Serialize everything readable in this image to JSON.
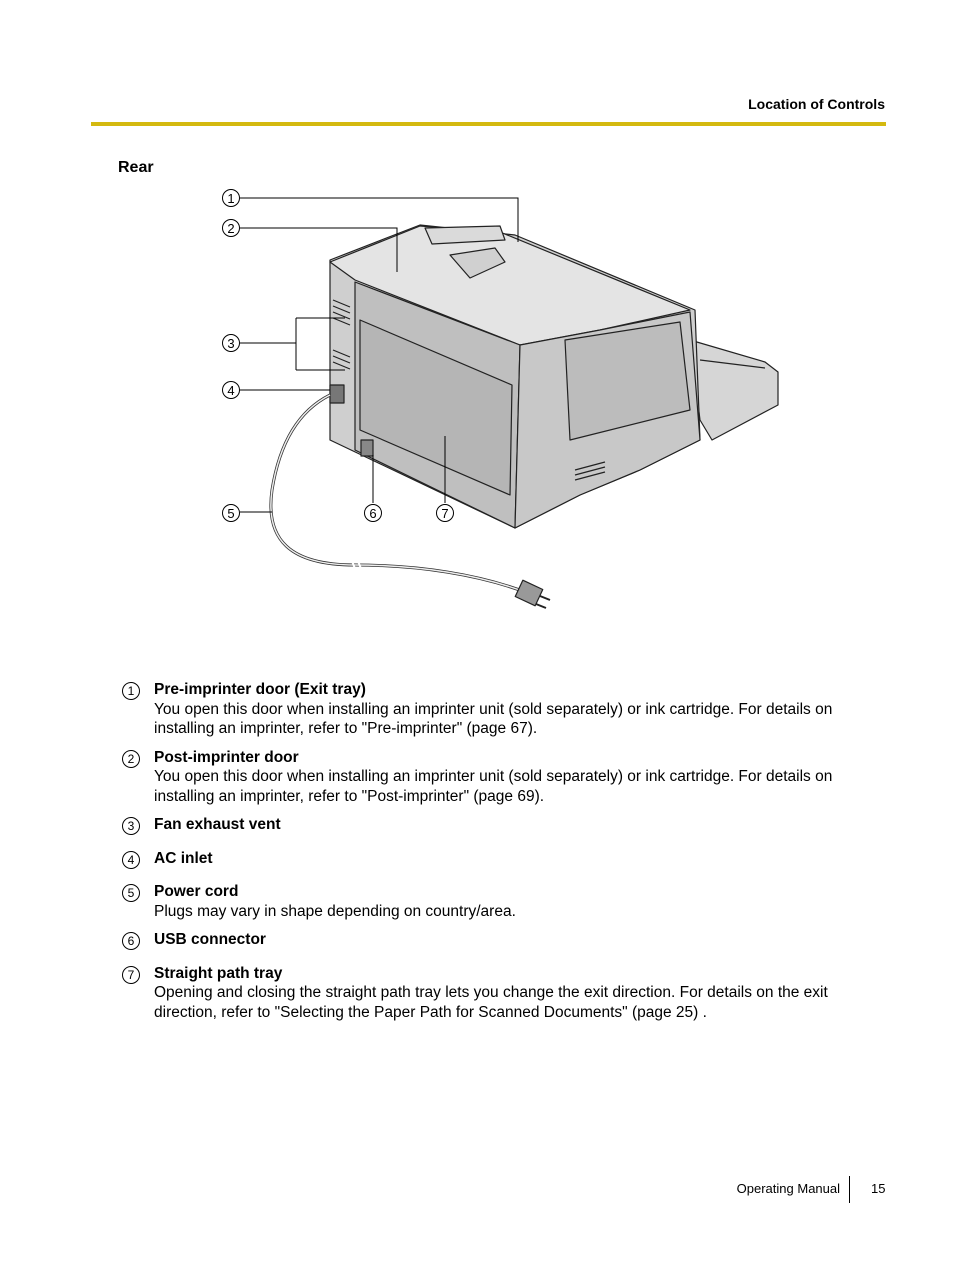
{
  "header": {
    "title": "Location of Controls"
  },
  "section": {
    "heading": "Rear"
  },
  "callouts": [
    "1",
    "2",
    "3",
    "4",
    "5",
    "6",
    "7"
  ],
  "items": [
    {
      "num": "1",
      "title": "Pre-imprinter door (Exit tray)",
      "desc": "You open this door when installing an imprinter unit (sold separately) or ink cartridge. For details on installing an imprinter, refer to \"Pre-imprinter\" (page 67)."
    },
    {
      "num": "2",
      "title": "Post-imprinter door",
      "desc": "You open this door when installing an imprinter unit (sold separately) or ink cartridge. For details on installing an imprinter, refer to \"Post-imprinter\" (page 69)."
    },
    {
      "num": "3",
      "title": "Fan exhaust vent",
      "desc": ""
    },
    {
      "num": "4",
      "title": "AC inlet",
      "desc": ""
    },
    {
      "num": "5",
      "title": "Power cord",
      "desc": "Plugs may vary in shape depending on country/area."
    },
    {
      "num": "6",
      "title": "USB connector",
      "desc": ""
    },
    {
      "num": "7",
      "title": "Straight path tray",
      "desc": "Opening and closing the straight path tray lets you change the exit direction. For details on the exit direction, refer to \"Selecting the Paper Path for Scanned Documents\" (page 25) ."
    }
  ],
  "footer": {
    "label": "Operating Manual",
    "page": "15"
  }
}
